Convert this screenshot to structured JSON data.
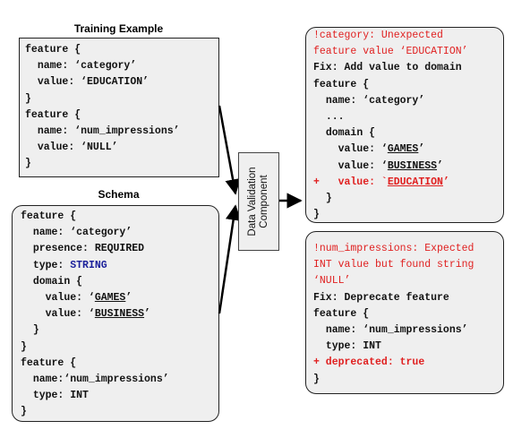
{
  "training": {
    "title": "Training Example",
    "lines": [
      {
        "indent": "",
        "parts": [
          {
            "t": "feature {"
          }
        ]
      },
      {
        "indent": "  ",
        "parts": [
          {
            "t": "name: ‘category’"
          }
        ]
      },
      {
        "indent": "  ",
        "parts": [
          {
            "t": "value: ‘EDUCATION’"
          }
        ]
      },
      {
        "indent": "",
        "parts": [
          {
            "t": "}"
          }
        ]
      },
      {
        "indent": "",
        "parts": [
          {
            "t": "feature {"
          }
        ]
      },
      {
        "indent": "  ",
        "parts": [
          {
            "t": "name: ‘num_impressions’"
          }
        ]
      },
      {
        "indent": "  ",
        "parts": [
          {
            "t": "value: ‘NULL’"
          }
        ]
      },
      {
        "indent": "",
        "parts": [
          {
            "t": "}"
          }
        ]
      }
    ]
  },
  "schema": {
    "title": "Schema",
    "lines": [
      {
        "indent": "",
        "parts": [
          {
            "t": "feature {"
          }
        ]
      },
      {
        "indent": "  ",
        "parts": [
          {
            "t": "name: ‘category’"
          }
        ]
      },
      {
        "indent": "  ",
        "parts": [
          {
            "t": "presence: REQUIRED"
          }
        ]
      },
      {
        "indent": "  ",
        "parts": [
          {
            "t": "type: "
          },
          {
            "t": "STRING",
            "c": "blue"
          }
        ]
      },
      {
        "indent": "  ",
        "parts": [
          {
            "t": "domain {"
          }
        ]
      },
      {
        "indent": "    ",
        "parts": [
          {
            "t": "value: ‘"
          },
          {
            "t": "GAMES",
            "c": "ul"
          },
          {
            "t": "’"
          }
        ]
      },
      {
        "indent": "    ",
        "parts": [
          {
            "t": "value: ‘"
          },
          {
            "t": "BUSINESS",
            "c": "ul"
          },
          {
            "t": "’"
          }
        ]
      },
      {
        "indent": "  ",
        "parts": [
          {
            "t": "}"
          }
        ]
      },
      {
        "indent": "",
        "parts": [
          {
            "t": "}"
          }
        ]
      },
      {
        "indent": "",
        "parts": [
          {
            "t": "feature {"
          }
        ]
      },
      {
        "indent": "  ",
        "parts": [
          {
            "t": "name:‘num_impressions’"
          }
        ]
      },
      {
        "indent": "  ",
        "parts": [
          {
            "t": "type: INT"
          }
        ]
      },
      {
        "indent": "",
        "parts": [
          {
            "t": "}"
          }
        ]
      }
    ]
  },
  "component": {
    "label_line1": "Data Validation",
    "label_line2": "Component"
  },
  "anomaly_category": {
    "lines": [
      {
        "indent": "",
        "parts": [
          {
            "t": "!category: Unexpected",
            "c": "red nb"
          }
        ]
      },
      {
        "indent": "",
        "parts": [
          {
            "t": "feature value ‘EDUCATION’",
            "c": "red nb"
          }
        ]
      },
      {
        "indent": "",
        "parts": [
          {
            "t": "Fix: Add value to domain"
          }
        ]
      },
      {
        "indent": "",
        "parts": [
          {
            "t": "feature {"
          }
        ]
      },
      {
        "indent": "  ",
        "parts": [
          {
            "t": "name: ‘category’"
          }
        ]
      },
      {
        "indent": "  ",
        "parts": [
          {
            "t": "..."
          }
        ]
      },
      {
        "indent": "  ",
        "parts": [
          {
            "t": "domain {"
          }
        ]
      },
      {
        "indent": "    ",
        "parts": [
          {
            "t": "value: ‘"
          },
          {
            "t": "GAMES",
            "c": "ul"
          },
          {
            "t": "’"
          }
        ]
      },
      {
        "indent": "    ",
        "parts": [
          {
            "t": "value: ‘"
          },
          {
            "t": "BUSINESS",
            "c": "ul"
          },
          {
            "t": "’"
          }
        ]
      },
      {
        "indent": "",
        "parts": [
          {
            "t": "+   value: `",
            "c": "red"
          },
          {
            "t": "EDUCATION",
            "c": "red ul"
          },
          {
            "t": "’",
            "c": "red"
          }
        ]
      },
      {
        "indent": "  ",
        "parts": [
          {
            "t": "}"
          }
        ]
      },
      {
        "indent": "",
        "parts": [
          {
            "t": "}"
          }
        ]
      }
    ]
  },
  "anomaly_impressions": {
    "lines": [
      {
        "indent": "",
        "parts": [
          {
            "t": "!num_impressions: Expected",
            "c": "red nb"
          }
        ]
      },
      {
        "indent": "",
        "parts": [
          {
            "t": "INT value but found string",
            "c": "red nb"
          }
        ]
      },
      {
        "indent": "",
        "parts": [
          {
            "t": "‘NULL’",
            "c": "red nb"
          }
        ]
      },
      {
        "indent": "",
        "parts": [
          {
            "t": "Fix: Deprecate feature"
          }
        ]
      },
      {
        "indent": "",
        "parts": [
          {
            "t": "feature {"
          }
        ]
      },
      {
        "indent": "  ",
        "parts": [
          {
            "t": "name: ‘num_impressions’"
          }
        ]
      },
      {
        "indent": "  ",
        "parts": [
          {
            "t": "type: INT"
          }
        ]
      },
      {
        "indent": "",
        "parts": [
          {
            "t": "+ deprecated: true",
            "c": "red"
          }
        ]
      },
      {
        "indent": "",
        "parts": [
          {
            "t": "}"
          }
        ]
      }
    ]
  },
  "colors": {
    "error_text": "#e02020",
    "type_text": "#1a1f9a",
    "box_fill": "#efefef",
    "border": "#222222"
  }
}
